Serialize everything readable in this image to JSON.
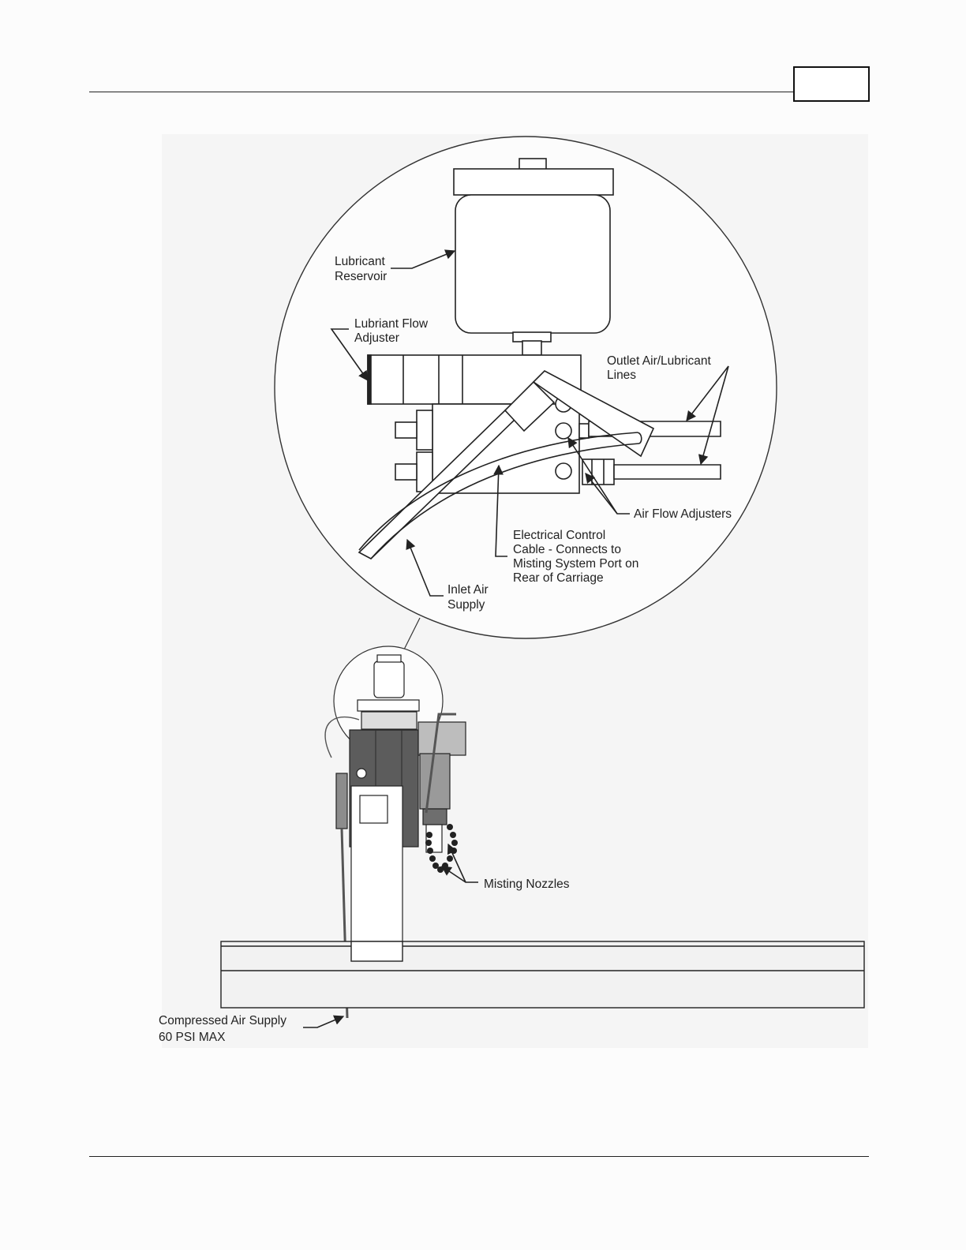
{
  "labels": {
    "lubricant_reservoir": [
      "Lubricant",
      "Reservoir"
    ],
    "lubricant_flow_adjuster": [
      "Lubriant Flow",
      "Adjuster"
    ],
    "outlet_lines": [
      "Outlet Air/Lubricant",
      "Lines"
    ],
    "air_flow_adjusters": [
      "Air Flow Adjusters"
    ],
    "electrical_cable": [
      "Electrical Control",
      "Cable - Connects to",
      "Misting System Port on",
      "Rear of Carriage"
    ],
    "inlet_air": [
      "Inlet Air",
      "Supply"
    ],
    "misting_nozzles": [
      "Misting Nozzles"
    ],
    "compressed_air": [
      "Compressed Air Supply",
      "60 PSI MAX"
    ]
  },
  "colors": {
    "line": "#222222",
    "body_dark": "#5a5a5a",
    "body_mid": "#8c8c8c",
    "body_light": "#bdbdbd",
    "figure_bg": "#f5f5f5"
  }
}
